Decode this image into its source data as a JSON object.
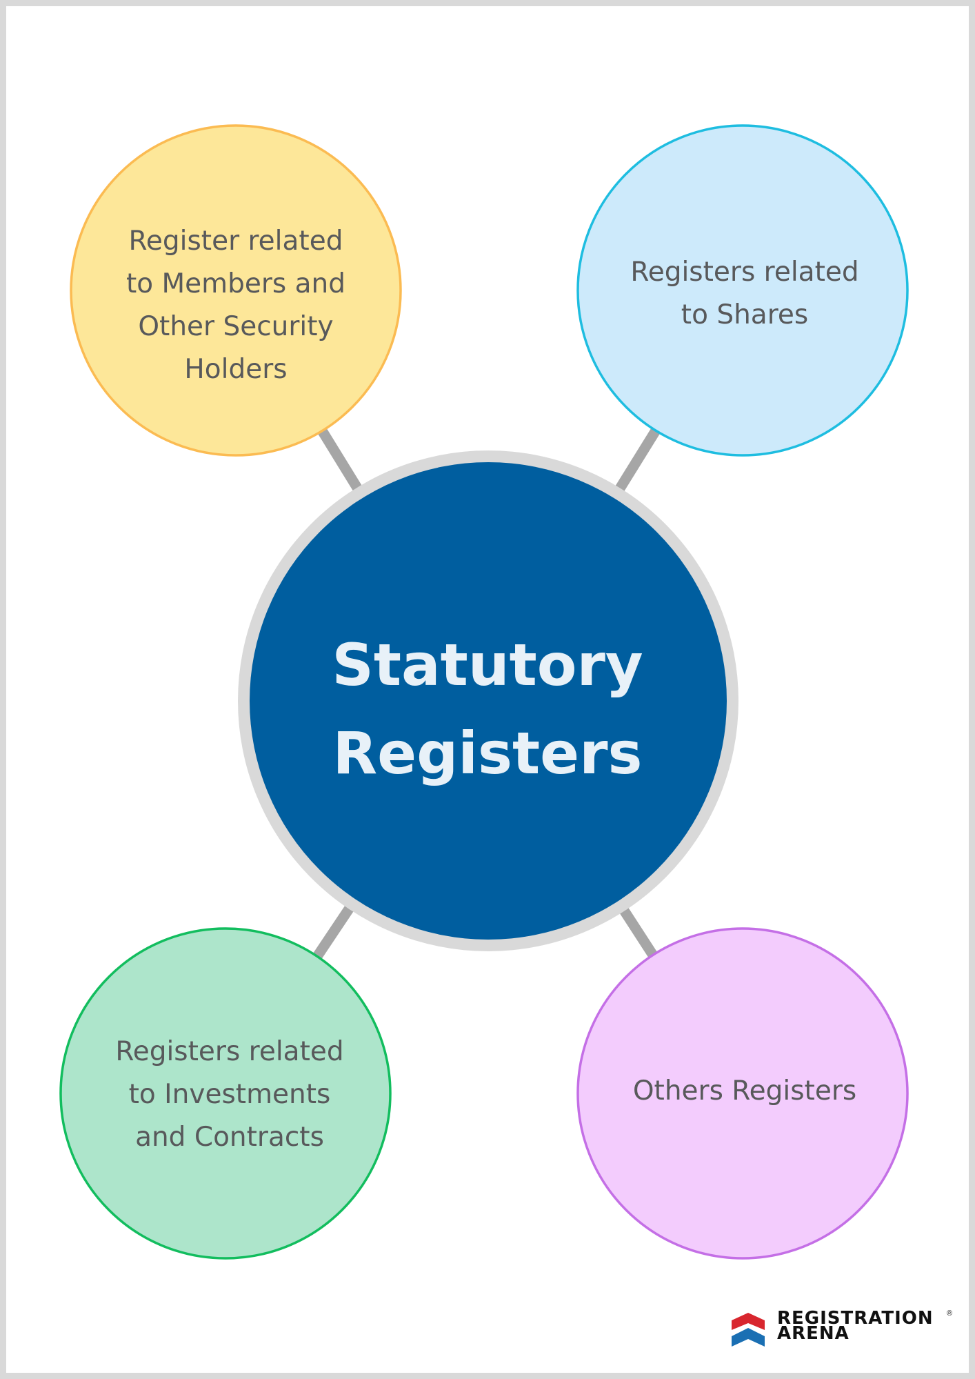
{
  "center": {
    "title_line1": "Statutory",
    "title_line2": "Registers",
    "fill": "#005e9f",
    "ring": "#d9d9d9",
    "text_color": "#e8f1f8"
  },
  "nodes": [
    {
      "id": "members",
      "lines": [
        "Register related",
        "to Members and",
        "Other Security",
        "Holders"
      ],
      "fill": "#fde799",
      "stroke": "#fbbb52"
    },
    {
      "id": "shares",
      "lines": [
        "Registers related",
        "to Shares"
      ],
      "fill": "#cdeafb",
      "stroke": "#1ebde0"
    },
    {
      "id": "investments",
      "lines": [
        "Registers related",
        "to Investments",
        "and Contracts"
      ],
      "fill": "#ade5cb",
      "stroke": "#12bd5e"
    },
    {
      "id": "others",
      "lines": [
        "Others Registers"
      ],
      "fill": "#f3ccfd",
      "stroke": "#c46fe6"
    }
  ],
  "connector_color": "#a6a6a6",
  "logo": {
    "line1": "REGISTRATION",
    "line2": "ARENA",
    "registered_mark": "®",
    "icon_top_color": "#d8262e",
    "icon_bottom_color": "#1a6fb3"
  }
}
